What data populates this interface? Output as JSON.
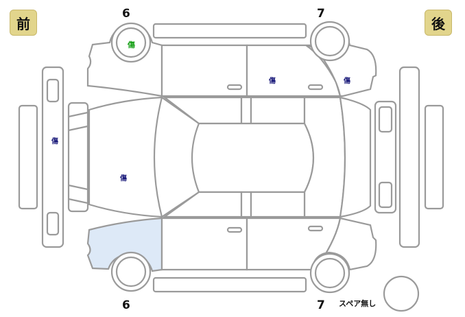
{
  "labels": {
    "front": "前",
    "rear": "後",
    "spare": "スペア無し"
  },
  "wheel_numbers": {
    "front_top": "6",
    "rear_top": "7",
    "front_bottom": "6",
    "rear_bottom": "7"
  },
  "damage_marks": [
    {
      "id": "front-wheel-top",
      "text": "傷",
      "color": "#1aa11a"
    },
    {
      "id": "rear-door-top",
      "text": "傷",
      "color": "#1a1a7a"
    },
    {
      "id": "rear-quarter-top",
      "text": "傷",
      "color": "#1a1a7a"
    },
    {
      "id": "front-bumper",
      "text": "傷",
      "color": "#1a1a7a"
    },
    {
      "id": "hood",
      "text": "傷",
      "color": "#1a1a7a"
    }
  ],
  "highlight": {
    "panel": "front-fender-bottom",
    "color": "#dde9f7"
  }
}
